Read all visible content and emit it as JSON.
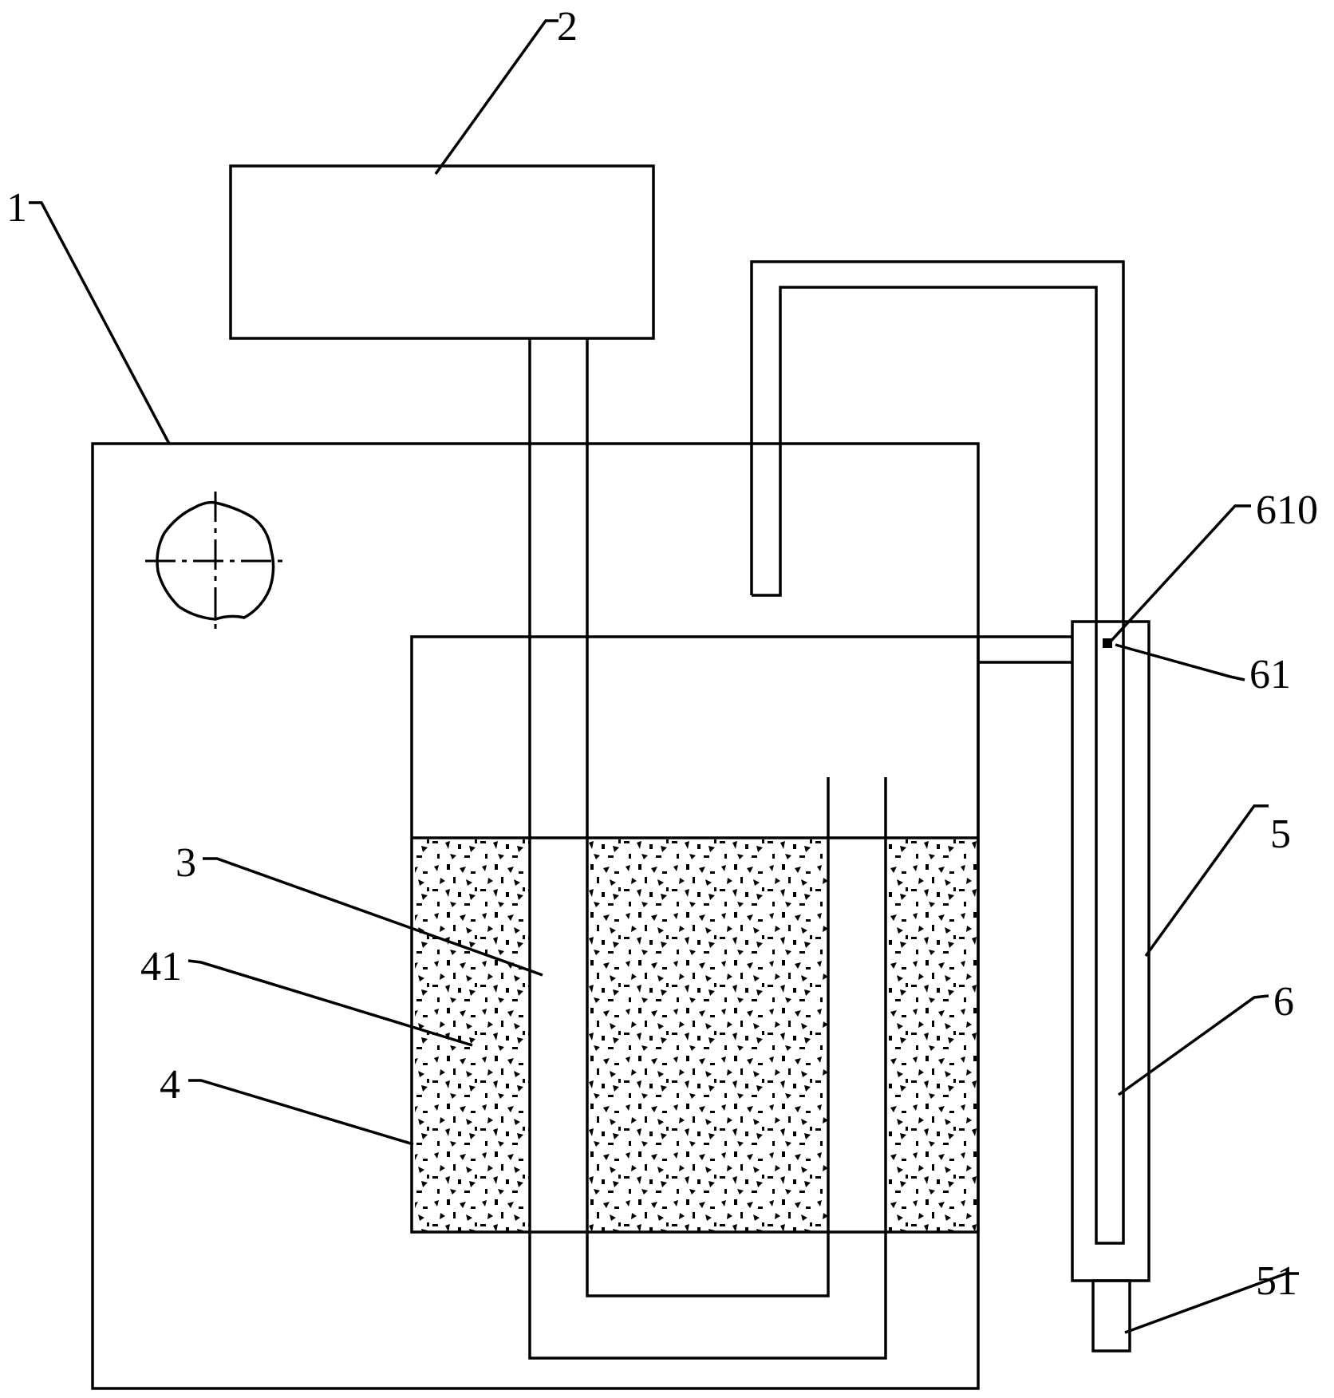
{
  "labels": {
    "l1": "1",
    "l2": "2",
    "l3": "3",
    "l4": "4",
    "l41": "41",
    "l5": "5",
    "l51": "51",
    "l6": "6",
    "l61": "61",
    "l610": "610"
  }
}
